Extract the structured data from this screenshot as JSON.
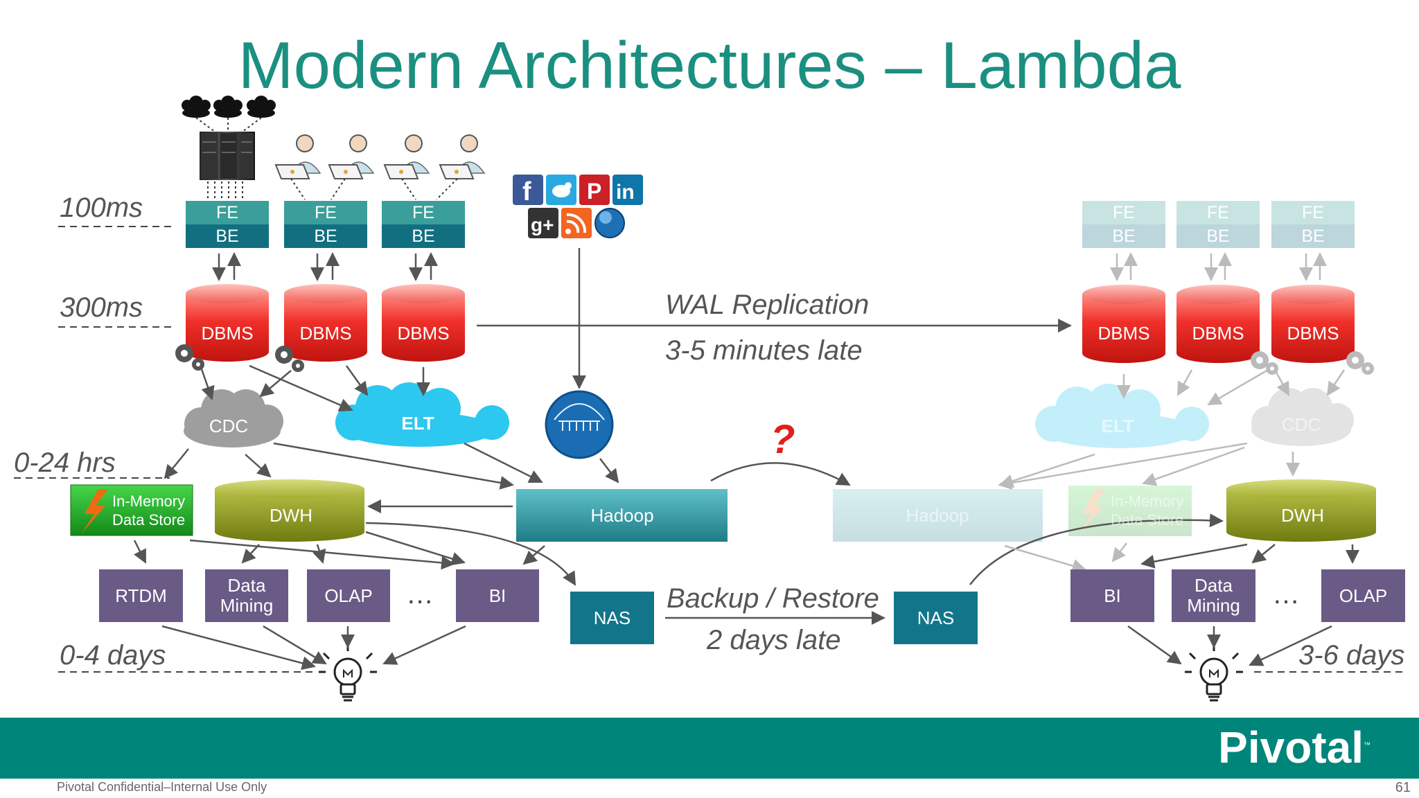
{
  "title": "Modern Architectures – Lambda",
  "latency": {
    "l100": "100ms",
    "l300": "300ms",
    "l24": "0-24 hrs",
    "l4": "0-4 days",
    "l36": "3-6 days"
  },
  "labels": {
    "fe": "FE",
    "be": "BE",
    "dbms": "DBMS",
    "cdc": "CDC",
    "elt": "ELT",
    "hadoop": "Hadoop",
    "dwh": "DWH",
    "inmem1": "In-Memory",
    "inmem2": "Data Store",
    "rtdm": "RTDM",
    "mining1": "Data",
    "mining2": "Mining",
    "olap": "OLAP",
    "bi": "BI",
    "nas": "NAS",
    "ellipsis": "…",
    "question": "?"
  },
  "notes": {
    "wal": "WAL Replication",
    "wal_delay": "3-5 minutes late",
    "backup": "Backup / Restore",
    "backup_delay": "2 days late"
  },
  "brand": "Pivotal",
  "brand_tm": "™",
  "footer": "Pivotal Confidential–Internal Use Only",
  "page": "61",
  "social_icons": [
    "facebook-icon",
    "twitter-icon",
    "pinterest-icon",
    "linkedin-icon",
    "googleplus-icon",
    "rss-icon",
    "globe-icon"
  ],
  "colors": {
    "title": "#1b8f80",
    "band": "#00857a",
    "fe": "#3a9f9a",
    "be": "#126f80",
    "dbms": "#e0201d",
    "dwh": "#8f9a1c",
    "hadoop": "#2f8f96",
    "purple": "#6a5a86",
    "nas": "#13758a",
    "elt": "#2dc8f0",
    "cdc": "#9e9e9e",
    "question": "#e0201d"
  }
}
